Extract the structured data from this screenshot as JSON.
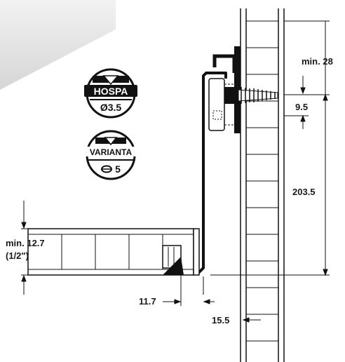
{
  "dimensions": {
    "min_28": "min. 28",
    "d_9_5": "9.5",
    "d_203_5": "203.5",
    "min_12_7": "min. 12.7",
    "inch_half": "(1/2\")",
    "d_11_7": "11.7",
    "d_15_5": "15.5"
  },
  "badges": {
    "hospa": {
      "name": "HOSPA",
      "size": "Ø3.5"
    },
    "varianta": {
      "name": "VARIANTA",
      "size": "5"
    }
  },
  "colors": {
    "line": "#111111",
    "panel_shadow": "#e6e6e6",
    "screw_fill": "#ffffff"
  }
}
